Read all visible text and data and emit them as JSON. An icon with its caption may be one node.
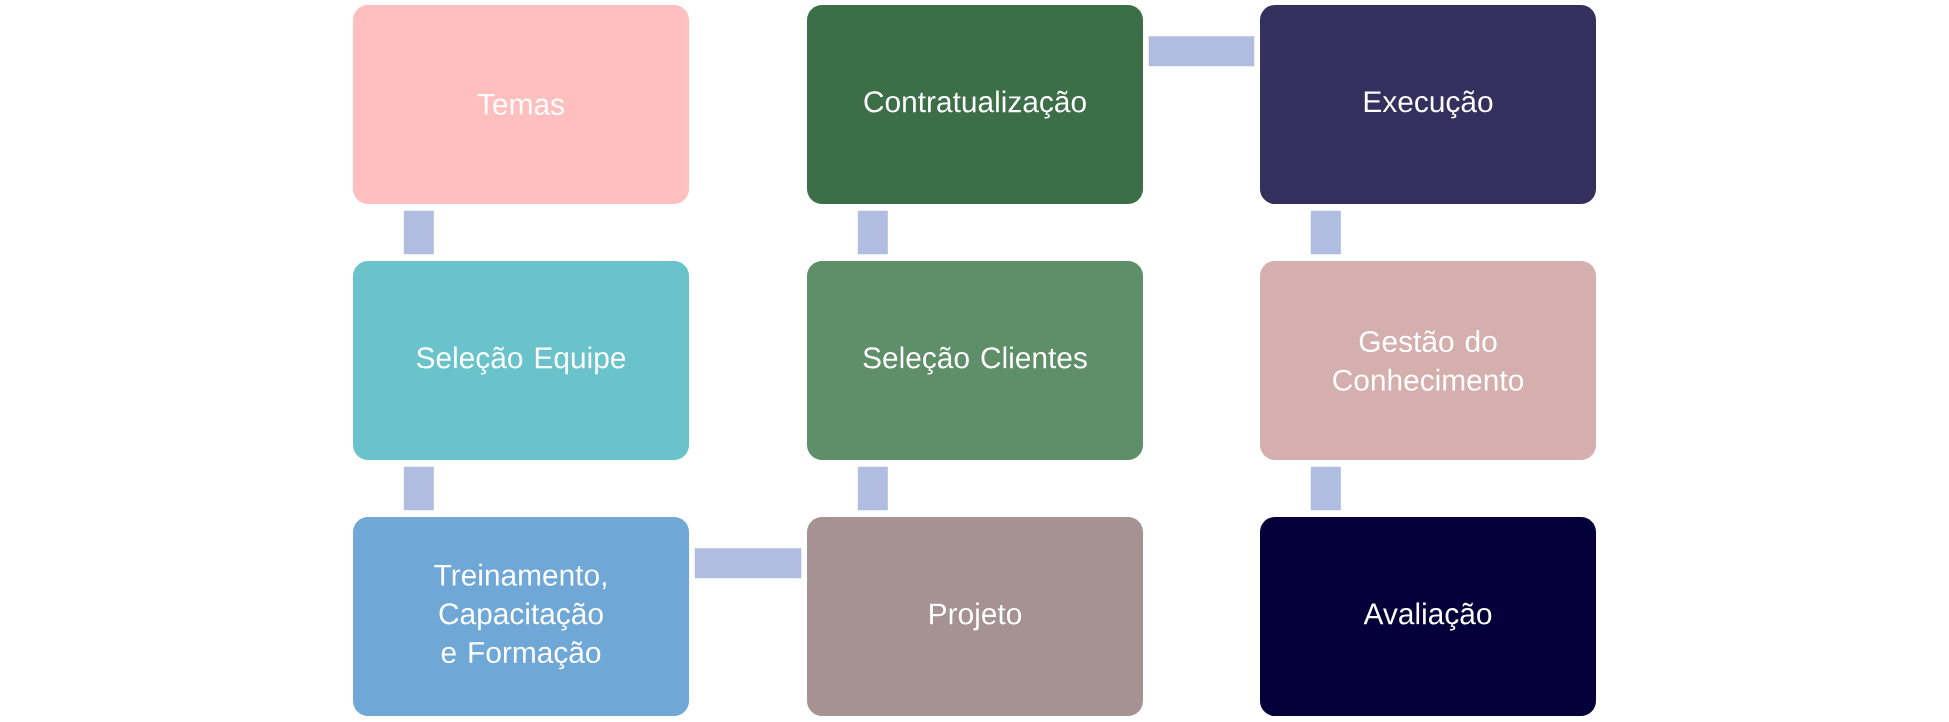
{
  "diagram": {
    "nodes": [
      {
        "text": [
          "Temas"
        ]
      },
      {
        "text": [
          "Seleção Equipe"
        ]
      },
      {
        "text": [
          "Treinamento, Capacitação e Formação"
        ]
      },
      {
        "text": [
          "Projeto"
        ]
      },
      {
        "text": [
          "Seleção Clientes"
        ]
      },
      {
        "text": [
          "Contratualização"
        ]
      },
      {
        "text": [
          "Execução"
        ]
      },
      {
        "text": [
          "Gestão do Conhecimento"
        ]
      },
      {
        "text": [
          "Avaliação"
        ]
      }
    ],
    "edges": [
      {
        "from": 0,
        "to": 1,
        "arrow": "none"
      },
      {
        "from": 1,
        "to": 2,
        "arrow": "none"
      },
      {
        "from": 2,
        "to": 3,
        "arrow": "none"
      },
      {
        "from": 3,
        "to": 4,
        "arrow": "none"
      },
      {
        "from": 4,
        "to": 5,
        "arrow": "none"
      },
      {
        "from": 5,
        "to": 6,
        "arrow": "none"
      },
      {
        "from": 6,
        "to": 7,
        "arrow": "none"
      },
      {
        "from": 7,
        "to": 8,
        "arrow": "none"
      }
    ]
  }
}
